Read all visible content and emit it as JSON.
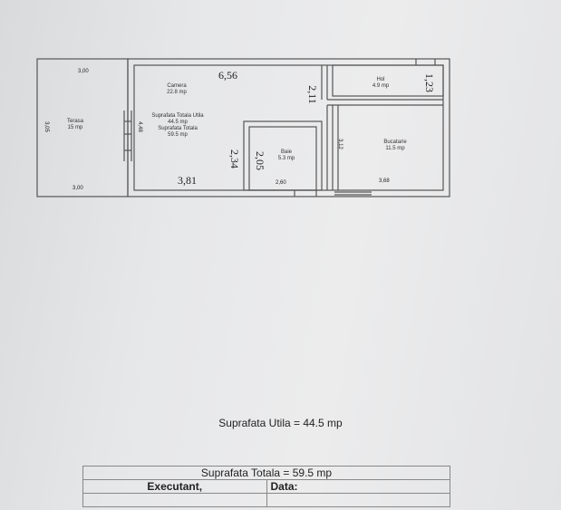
{
  "plan": {
    "rooms": {
      "terasa": {
        "name": "Terasa",
        "area": "15 mp"
      },
      "camera": {
        "name": "Camera",
        "area": "22.8 mp"
      },
      "hol": {
        "name": "Hol",
        "area": "4.9 mp"
      },
      "baie": {
        "name": "Baie",
        "area": "5.3 mp"
      },
      "bucatarie": {
        "name": "Bucatarie",
        "area": "11.5 mp"
      }
    },
    "surface_note": {
      "utila_label": "Suprafata Totala Utila",
      "utila_value": "44.5 mp",
      "totala_label": "Suprafata Totala",
      "totala_value": "59.5 mp"
    },
    "dimensions": {
      "terasa_top": "3,00",
      "terasa_bottom": "3,00",
      "terasa_height": "3,05",
      "camera_top": "6,56",
      "camera_bottom": "3,81",
      "camera_left": "4,48",
      "hol_left": "2,11",
      "hol_right": "1,23",
      "baie_left_outer": "2,34",
      "baie_left_inner": "2,05",
      "baie_bottom": "2,60",
      "bucatarie_left": "3,12",
      "bucatarie_bottom": "3,68"
    }
  },
  "summary": {
    "suprafata_utila": "Suprafata Utila = 44.5 mp"
  },
  "table": {
    "suprafata_totala": "Suprafata Totala = 59.5  mp",
    "executant": "Executant,",
    "data": "Data:"
  }
}
